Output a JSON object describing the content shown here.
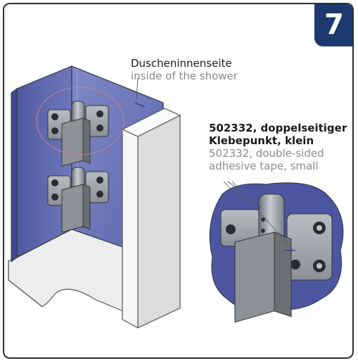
{
  "step": {
    "number": "7",
    "color": "#1c3a6e"
  },
  "labels": {
    "shower_inside": {
      "german": "Duscheninnenseite",
      "english": "inside of the shower"
    },
    "tape": {
      "german_line1": "502332, doppelseitiger",
      "german_line2": "Klebepunkt, klein",
      "english_line1": "502332, double-sided",
      "english_line2": "adhesive tape, small"
    }
  },
  "colors": {
    "glass": "#6673b8",
    "glass_light": "#8b93cc",
    "hinge_metal": "#9a9ea5",
    "wall": "#f2f2f2",
    "callout_circle": "#c8808a"
  }
}
